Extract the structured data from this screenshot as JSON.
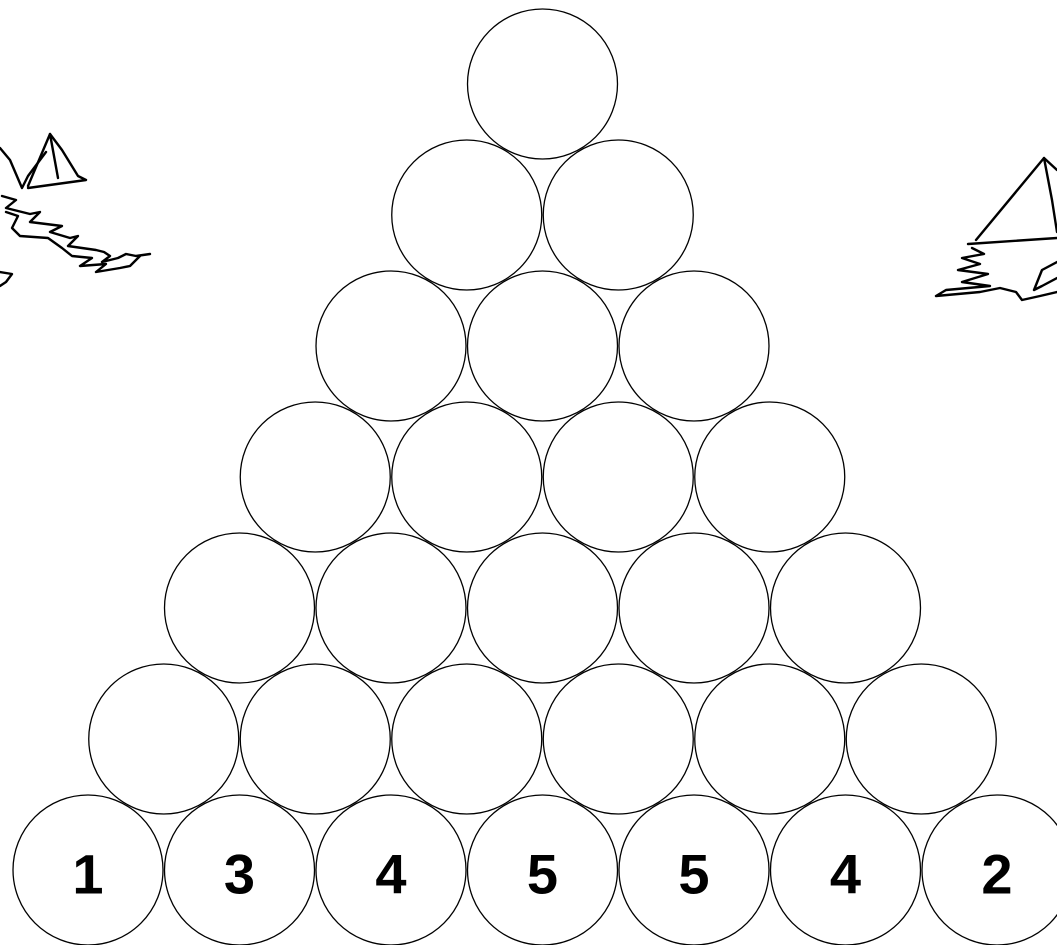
{
  "puzzle": {
    "kind": "number pyramid",
    "rows": [
      [
        "",
        "",
        "",
        "",
        "",
        "",
        ""
      ],
      [
        "",
        "",
        "",
        "",
        "",
        ""
      ],
      [
        "",
        "",
        "",
        "",
        ""
      ],
      [
        "",
        "",
        "",
        ""
      ],
      [
        "",
        "",
        ""
      ],
      [
        "",
        ""
      ],
      [
        ""
      ]
    ],
    "bottom_row": [
      "1",
      "3",
      "4",
      "5",
      "5",
      "4",
      "2"
    ]
  },
  "decorations": {
    "left": "hand-drawn-tree-icon",
    "right": "hand-drawn-tree-icon"
  },
  "colors": {
    "background": "#ffffff",
    "stroke": "#000000",
    "text": "#000000"
  }
}
